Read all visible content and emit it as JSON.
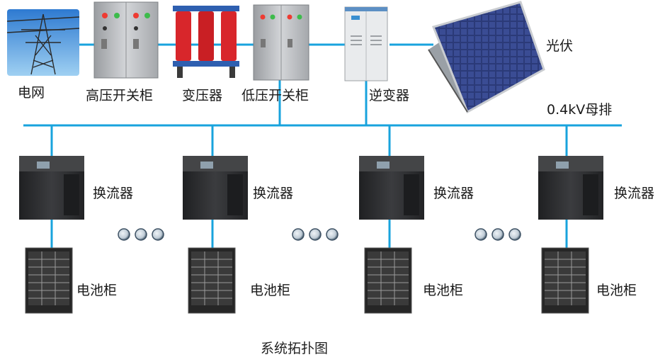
{
  "labels": {
    "grid": "电网",
    "hv_switchgear": "高压开关柜",
    "transformer": "变压器",
    "lv_switchgear": "低压开关柜",
    "inverter": "逆变器",
    "pv": "光伏",
    "busbar": "0.4kV母排",
    "converter": "换流器",
    "battery_cabinet": "电池柜"
  },
  "caption": "系统拓扑图",
  "colors": {
    "line": "#18a3dd",
    "cabinet_gray": "#b9bcbf",
    "transformer_red": "#d8262b",
    "pcs_dark": "#2e2f31",
    "battery_dark": "#262626",
    "panel_blue": "#2b3a78"
  }
}
